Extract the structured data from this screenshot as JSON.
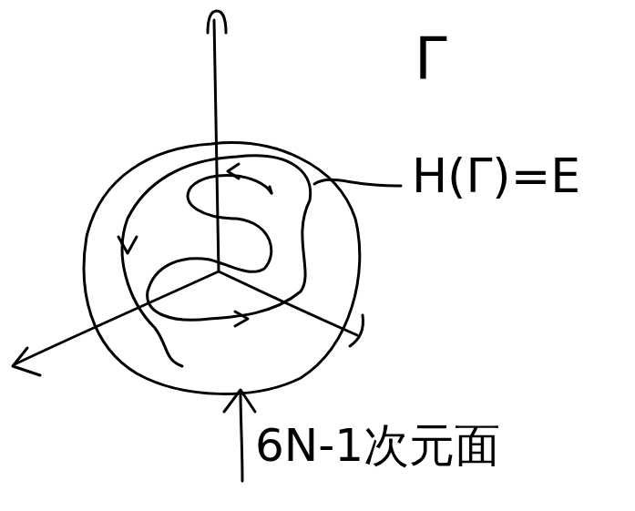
{
  "diagram": {
    "labels": [
      "Γ",
      "H(Γ)=E",
      "6N-1次元面"
    ]
  }
}
